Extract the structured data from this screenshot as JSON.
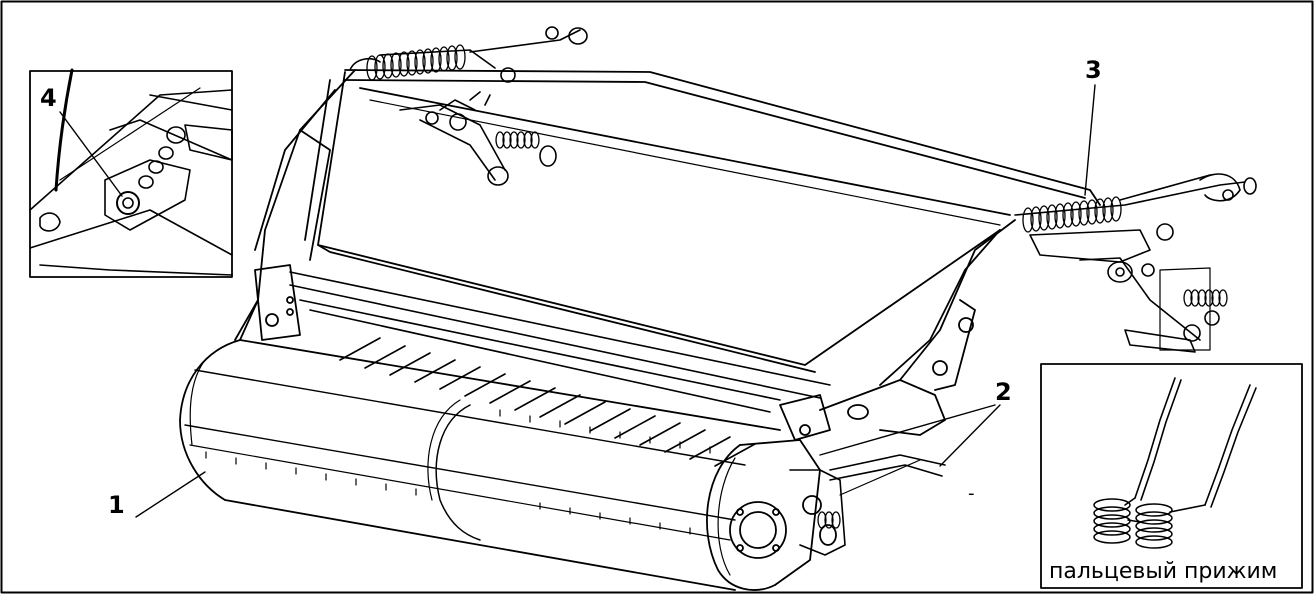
{
  "callouts": {
    "pickup_drum": "1",
    "tine_guards": "2",
    "spring_assembly": "3",
    "adjust_bolt": "4"
  },
  "inset_caption": "пальцевый прижим",
  "stray_mark": "-"
}
